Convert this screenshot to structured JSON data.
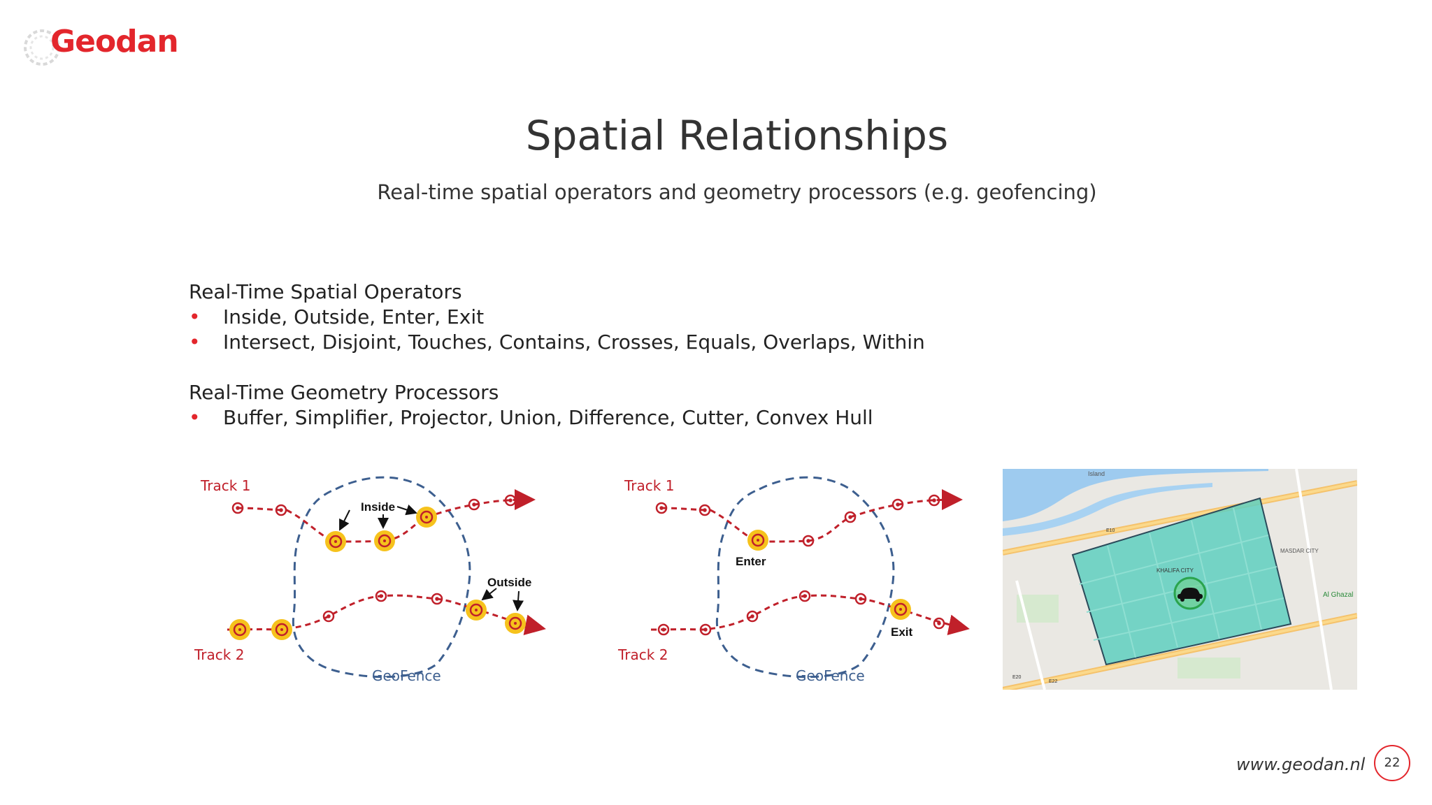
{
  "logo": {
    "text": "Geodan",
    "icon": "geodan-swirl-icon"
  },
  "title": "Spatial Relationships",
  "subtitle": "Real-time spatial operators and geometry processors (e.g. geofencing)",
  "sections": [
    {
      "heading": "Real-Time Spatial Operators",
      "bullets": [
        "Inside, Outside, Enter, Exit",
        "Intersect, Disjoint, Touches, Contains, Crosses, Equals, Overlaps, Within"
      ]
    },
    {
      "heading": "Real-Time Geometry Processors",
      "bullets": [
        "Buffer, Simplifier, Projector, Union, Difference, Cutter, Convex Hull"
      ]
    }
  ],
  "bullet_glyph": "•",
  "diagram_left": {
    "track1": "Track 1",
    "track2": "Track 2",
    "geofence": "GeoFence",
    "inside": "Inside",
    "outside": "Outside"
  },
  "diagram_right": {
    "track1": "Track 1",
    "track2": "Track 2",
    "geofence": "GeoFence",
    "enter": "Enter",
    "exit": "Exit"
  },
  "map": {
    "labels": {
      "khalifa_city": "KHALIFA CITY",
      "masdar_city": "MASDAR CITY",
      "al_ghazal": "Al Ghazal",
      "island": "Island",
      "e10": "E10",
      "e20": "E20",
      "e22": "E22"
    },
    "geofence_color": "#5fcfc0",
    "car_icon": "car-icon"
  },
  "footer": {
    "url": "www.geodan.nl",
    "page_number": "22"
  },
  "colors": {
    "brand_red": "#e3262c",
    "track_red": "#c0202a",
    "fence_blue": "#3d5f8f",
    "point_yellow": "#f6c21c"
  }
}
